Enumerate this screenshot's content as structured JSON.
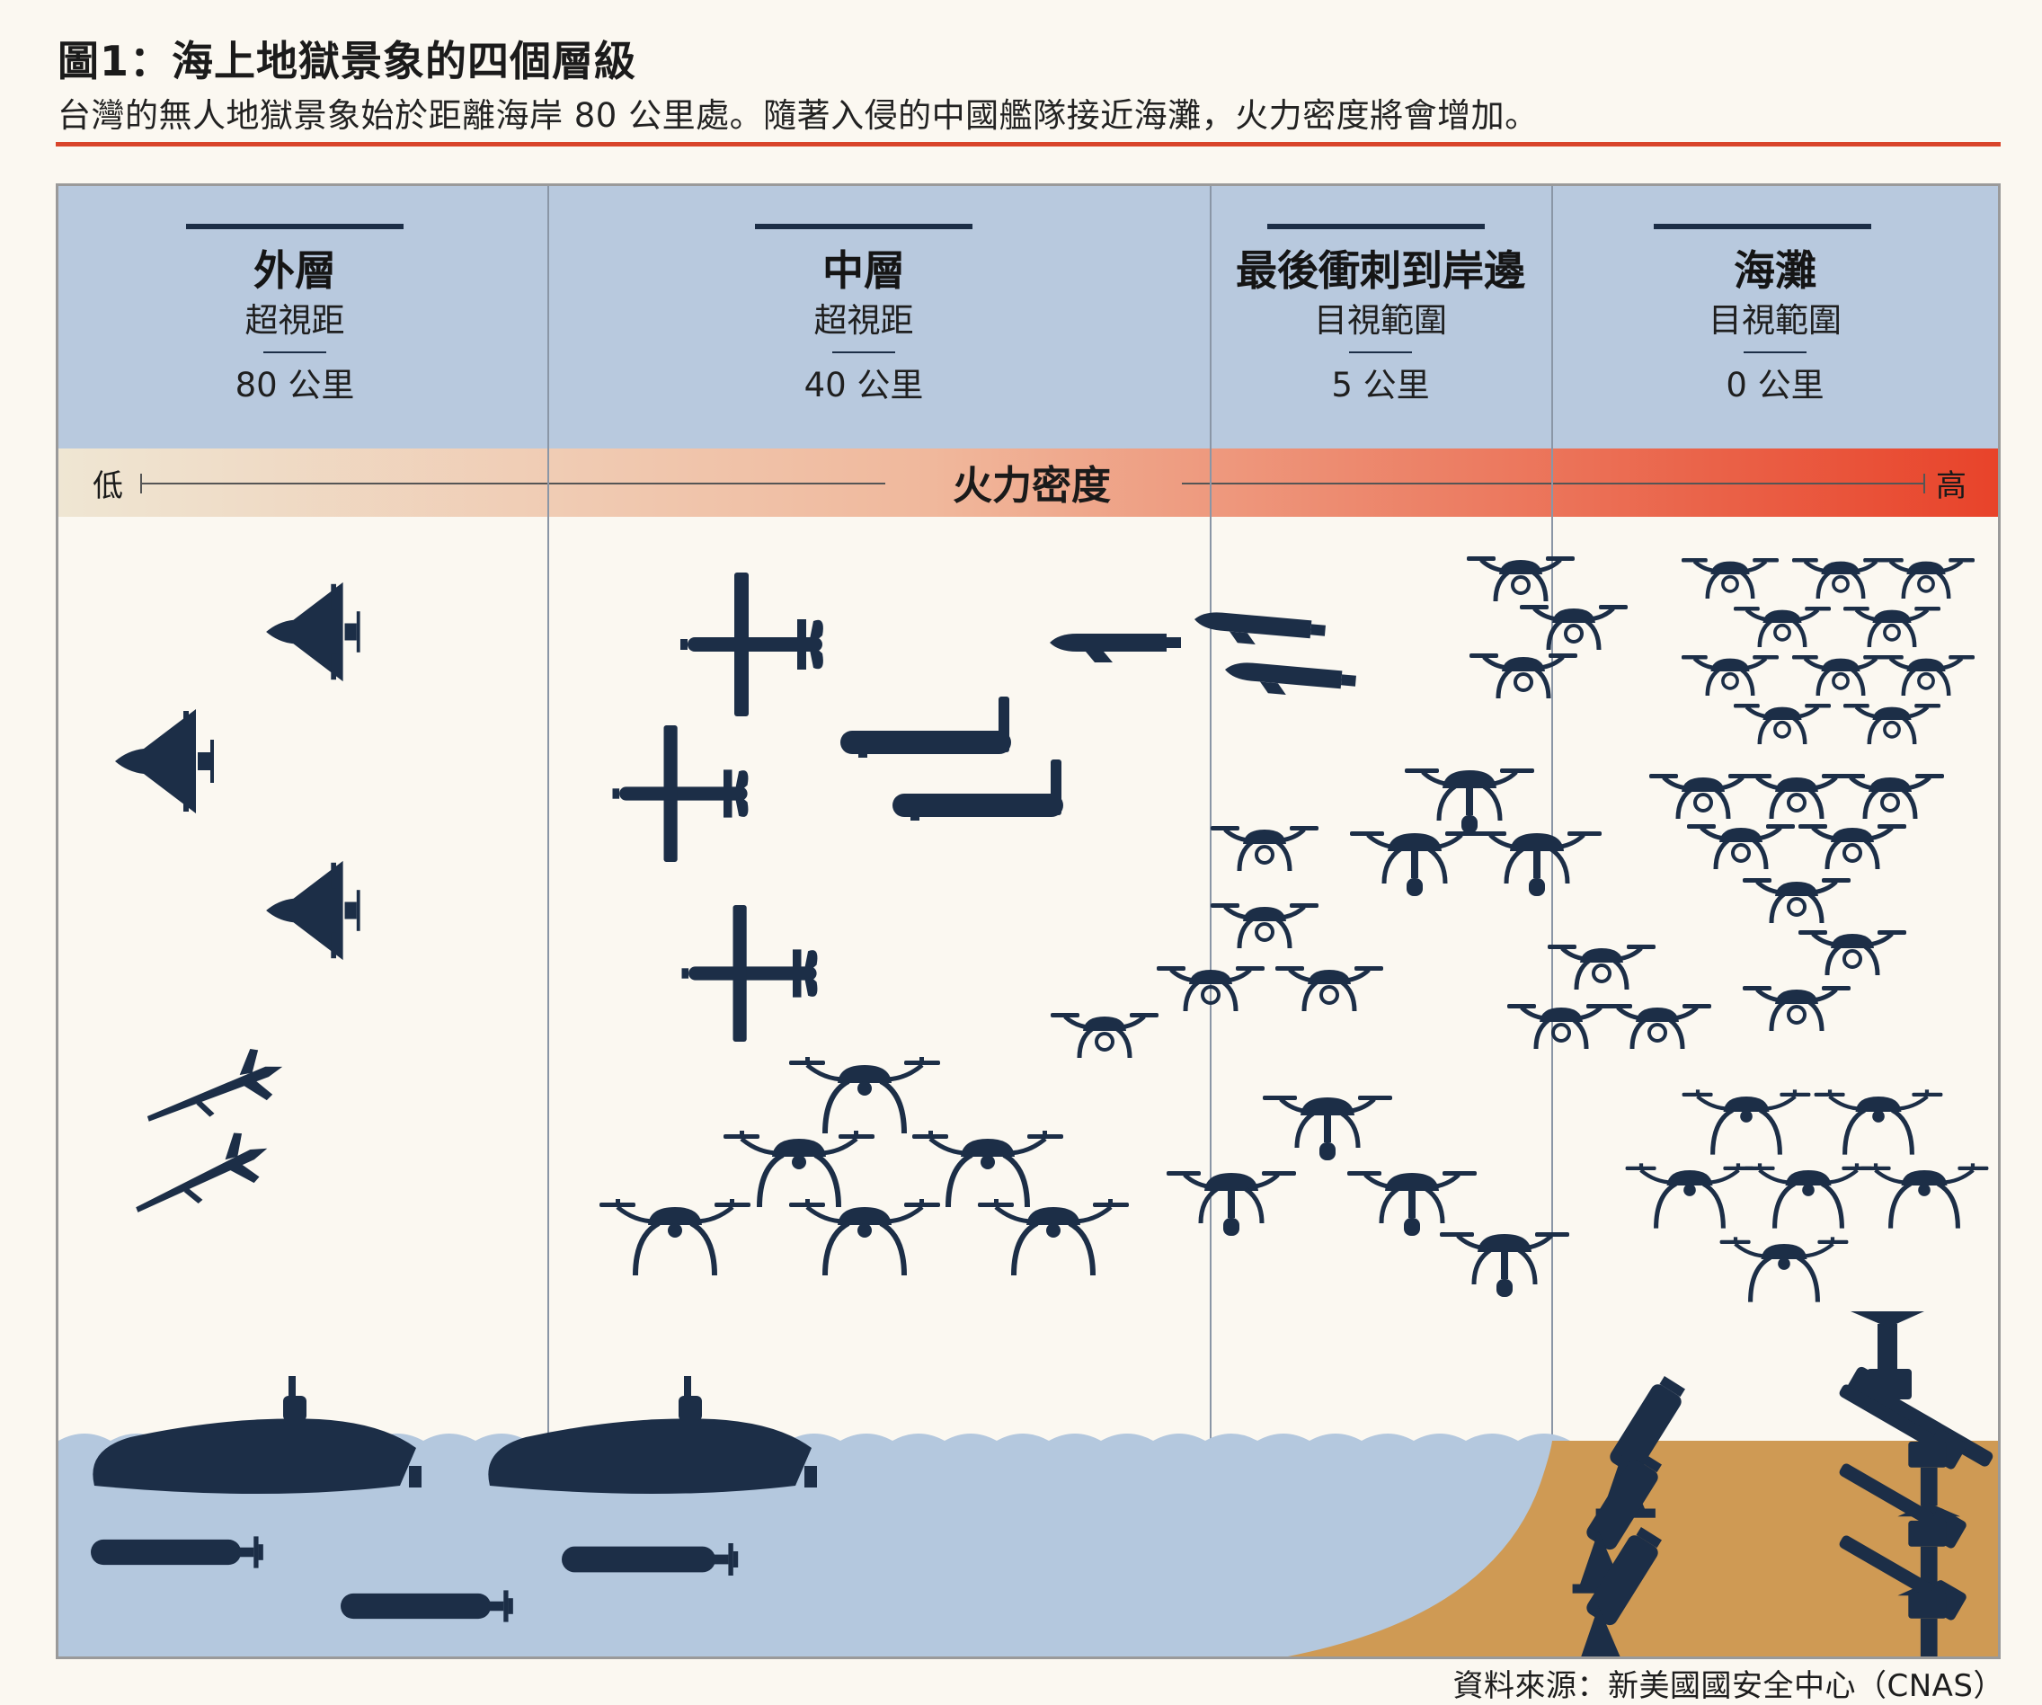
{
  "header": {
    "title": "圖1：海上地獄景象的四個層級",
    "subtitle": "台灣的無人地獄景象始於距離海岸 80 公里處。隨著入侵的中國艦隊接近海灘，火力密度將會增加。"
  },
  "zones": [
    {
      "name": "外層",
      "range": "超視距",
      "distance": "80 公里"
    },
    {
      "name": "中層",
      "range": "超視距",
      "distance": "40 公里"
    },
    {
      "name": "最後衝刺到岸邊",
      "range": "目視範圍",
      "distance": "5 公里"
    },
    {
      "name": "海灘",
      "range": "目視範圍",
      "distance": "0 公里"
    }
  ],
  "density": {
    "label": "火力密度",
    "low": "低",
    "high": "高"
  },
  "colors": {
    "header_bg": "#b8c9de",
    "silhouette": "#1c2e47",
    "water": "#b4c8de",
    "sand": "#cf9a54",
    "rule": "#d9452b",
    "density_low": "#efe6d3",
    "density_high": "#e8432a"
  },
  "icons": [
    "delta-wing-drone-icon",
    "cruise-missile-icon",
    "fixed-wing-drone-icon",
    "loitering-munition-icon",
    "quadcopter-drone-icon",
    "unmanned-surface-vessel-icon",
    "torpedo-icon",
    "rocket-launcher-icon",
    "anti-aircraft-gun-icon"
  ],
  "source": "資料來源：新美國國安全中心（CNAS）"
}
